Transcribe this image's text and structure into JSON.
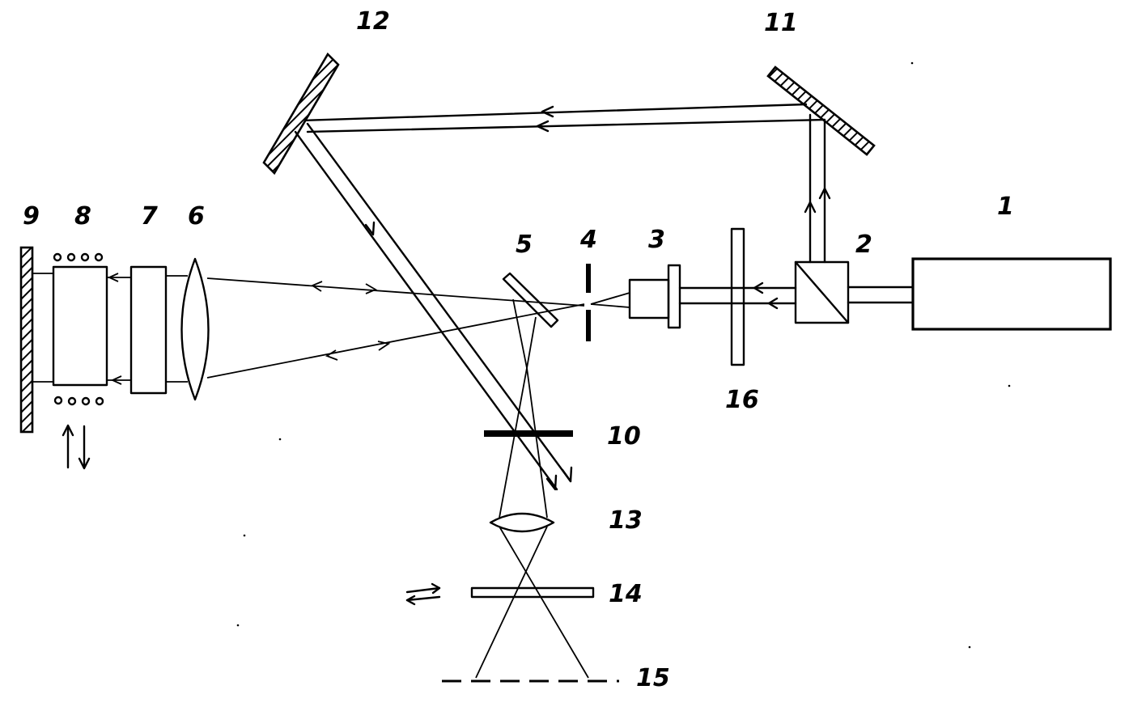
{
  "diagram": {
    "labels": {
      "c1": "1",
      "c2": "2",
      "c3": "3",
      "c4": "4",
      "c5": "5",
      "c6": "6",
      "c7": "7",
      "c8": "8",
      "c9": "9",
      "c10": "10",
      "c11": "11",
      "c12": "12",
      "c13": "13",
      "c14": "14",
      "c15": "15",
      "c16": "16"
    },
    "colors": {
      "ink": "#000000",
      "paper": "#ffffff"
    }
  }
}
